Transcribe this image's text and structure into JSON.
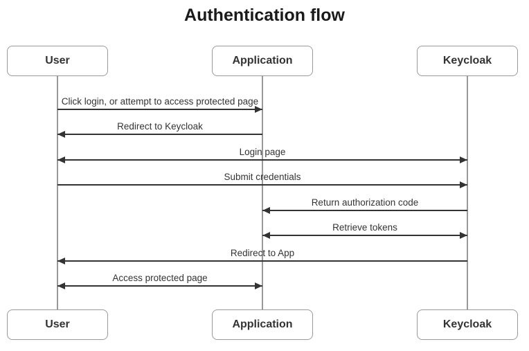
{
  "title": "Authentication flow",
  "diagram_type": "sequence",
  "colors": {
    "background": "#ffffff",
    "actor_border": "#999999",
    "lifeline": "#999999",
    "arrow": "#333333",
    "message_text": "#333333",
    "actor_text": "#333333",
    "title_text": "#1a1a1a"
  },
  "actors": [
    {
      "label": "User"
    },
    {
      "label": "Application"
    },
    {
      "label": "Keycloak"
    }
  ],
  "messages": [
    {
      "label": "Click login, or attempt to access protected page",
      "from": "User",
      "to": "Application",
      "arrow": "right"
    },
    {
      "label": "Redirect to Keycloak",
      "from": "Application",
      "to": "User",
      "arrow": "left"
    },
    {
      "label": "Login page",
      "from": "User",
      "to": "Keycloak",
      "arrow": "both"
    },
    {
      "label": "Submit credentials",
      "from": "User",
      "to": "Keycloak",
      "arrow": "right"
    },
    {
      "label": "Return authorization code",
      "from": "Keycloak",
      "to": "Application",
      "arrow": "left"
    },
    {
      "label": "Retrieve tokens",
      "from": "Application",
      "to": "Keycloak",
      "arrow": "both"
    },
    {
      "label": "Redirect to App",
      "from": "Keycloak",
      "to": "User",
      "arrow": "left"
    },
    {
      "label": "Access protected page",
      "from": "User",
      "to": "Application",
      "arrow": "both"
    }
  ]
}
